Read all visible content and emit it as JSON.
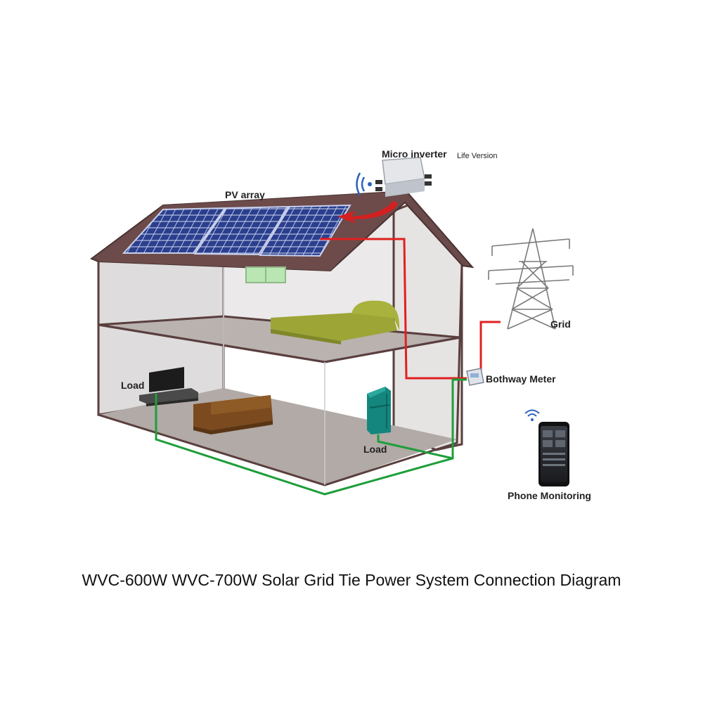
{
  "labels": {
    "micro_inverter": "Micro inverter",
    "micro_inverter_sub": "Life Version",
    "pv_array": "PV array",
    "grid": "Grid",
    "bothway_meter": "Bothway Meter",
    "load_tv": "Load",
    "load_fridge": "Load",
    "phone_monitoring": "Phone Monitoring"
  },
  "caption": "WVC-600W WVC-700W Solar Grid Tie Power System Connection Diagram",
  "colors": {
    "ac_line": "#e02020",
    "load_line": "#1e9e3a",
    "roof": "#6a4a4a",
    "wall": "#e8e6e6",
    "floor": "#b7b0ad",
    "panel": "#2c3f8c",
    "bed": "#9ca636",
    "sofa": "#7b4a1e",
    "fridge": "#16867e"
  },
  "icons": {
    "inverter": "micro-inverter-icon",
    "tower": "transmission-tower-icon",
    "meter": "meter-icon",
    "phone": "smartphone-icon",
    "wifi": "wifi-icon"
  }
}
